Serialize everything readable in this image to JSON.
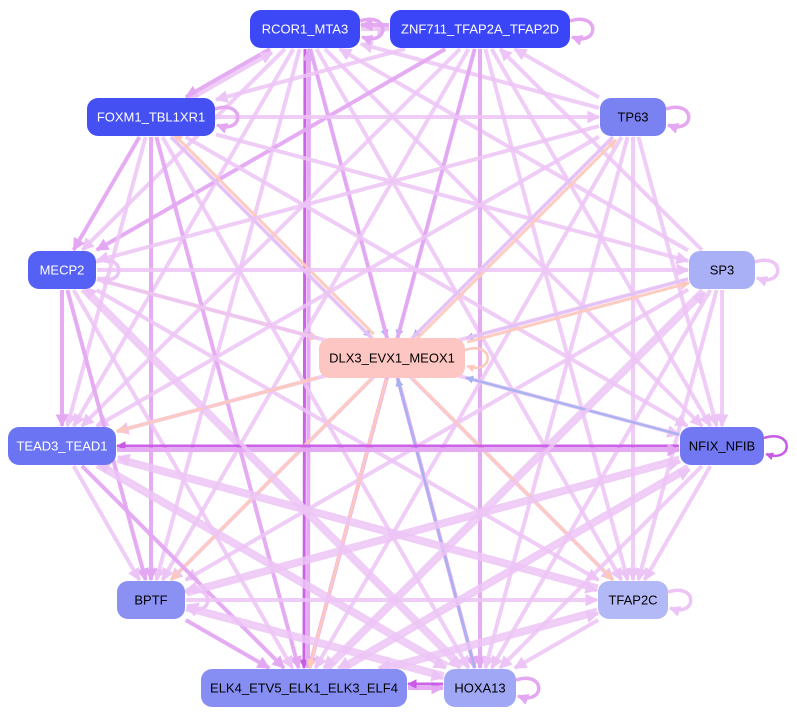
{
  "graph": {
    "colors": {
      "edge_default": "#e4a8f2",
      "edge_light": "#ecc4f6",
      "edge_strong": "#c85ae6",
      "edge_salmon": "#fdc9bd",
      "edge_blue": "#a6b1ef",
      "center_fill": "#fdc6c2"
    },
    "nodes": [
      {
        "id": "RCOR1_MTA3",
        "label": "RCOR1_MTA3",
        "fill": "#3c48f5",
        "text": "#ffffff"
      },
      {
        "id": "ZNF711_TFAP2A_TFAP2D",
        "label": "ZNF711_TFAP2A_TFAP2D",
        "fill": "#3a45f7",
        "text": "#ffffff"
      },
      {
        "id": "FOXM1_TBL1XR1",
        "label": "FOXM1_TBL1XR1",
        "fill": "#4550f3",
        "text": "#ffffff"
      },
      {
        "id": "TP63",
        "label": "TP63",
        "fill": "#7a82f2",
        "text": "#000000"
      },
      {
        "id": "MECP2",
        "label": "MECP2",
        "fill": "#5560f4",
        "text": "#ffffff"
      },
      {
        "id": "SP3",
        "label": "SP3",
        "fill": "#aab0f5",
        "text": "#000000"
      },
      {
        "id": "DLX3_EVX1_MEOX1",
        "label": "DLX3_EVX1_MEOX1",
        "fill": "#fdc6c2",
        "text": "#000000"
      },
      {
        "id": "TEAD3_TEAD1",
        "label": "TEAD3_TEAD1",
        "fill": "#6b74f2",
        "text": "#ffffff"
      },
      {
        "id": "NFIX_NFIB",
        "label": "NFIX_NFIB",
        "fill": "#7178f2",
        "text": "#000000"
      },
      {
        "id": "BPTF",
        "label": "BPTF",
        "fill": "#8a91f3",
        "text": "#000000"
      },
      {
        "id": "TFAP2C",
        "label": "TFAP2C",
        "fill": "#b3b8f6",
        "text": "#000000"
      },
      {
        "id": "ELK4_ETV5_ELK1_ELK3_ELF4",
        "label": "ELK4_ETV5_ELK1_ELK3_ELF4",
        "fill": "#868ef3",
        "text": "#000000"
      },
      {
        "id": "HOXA13",
        "label": "HOXA13",
        "fill": "#a0a7f5",
        "text": "#000000"
      }
    ],
    "edges": [
      [
        "RCOR1_MTA3",
        "ZNF711_TFAP2A_TFAP2D",
        "light"
      ],
      [
        "ZNF711_TFAP2A_TFAP2D",
        "RCOR1_MTA3",
        "default"
      ],
      [
        "RCOR1_MTA3",
        "FOXM1_TBL1XR1",
        "default"
      ],
      [
        "FOXM1_TBL1XR1",
        "RCOR1_MTA3",
        "light"
      ],
      [
        "RCOR1_MTA3",
        "ELK4_ETV5_ELK1_ELK3_ELF4",
        "strong"
      ],
      [
        "ELK4_ETV5_ELK1_ELK3_ELF4",
        "RCOR1_MTA3",
        "default"
      ],
      [
        "RCOR1_MTA3",
        "DLX3_EVX1_MEOX1",
        "blue"
      ],
      [
        "RCOR1_MTA3",
        "TFAP2C",
        "light"
      ],
      [
        "RCOR1_MTA3",
        "HOXA13",
        "default"
      ],
      [
        "RCOR1_MTA3",
        "BPTF",
        "light"
      ],
      [
        "RCOR1_MTA3",
        "MECP2",
        "light"
      ],
      [
        "RCOR1_MTA3",
        "TEAD3_TEAD1",
        "light"
      ],
      [
        "RCOR1_MTA3",
        "NFIX_NFIB",
        "light"
      ],
      [
        "TP63",
        "RCOR1_MTA3",
        "light"
      ],
      [
        "SP3",
        "RCOR1_MTA3",
        "light"
      ],
      [
        "ZNF711_TFAP2A_TFAP2D",
        "DLX3_EVX1_MEOX1",
        "blue"
      ],
      [
        "ZNF711_TFAP2A_TFAP2D",
        "FOXM1_TBL1XR1",
        "light"
      ],
      [
        "ZNF711_TFAP2A_TFAP2D",
        "MECP2",
        "default"
      ],
      [
        "ZNF711_TFAP2A_TFAP2D",
        "TEAD3_TEAD1",
        "light"
      ],
      [
        "ZNF711_TFAP2A_TFAP2D",
        "BPTF",
        "light"
      ],
      [
        "ZNF711_TFAP2A_TFAP2D",
        "ELK4_ETV5_ELK1_ELK3_ELF4",
        "default"
      ],
      [
        "ZNF711_TFAP2A_TFAP2D",
        "HOXA13",
        "default"
      ],
      [
        "ZNF711_TFAP2A_TFAP2D",
        "TFAP2C",
        "light"
      ],
      [
        "ZNF711_TFAP2A_TFAP2D",
        "NFIX_NFIB",
        "light"
      ],
      [
        "TP63",
        "ZNF711_TFAP2A_TFAP2D",
        "light"
      ],
      [
        "SP3",
        "ZNF711_TFAP2A_TFAP2D",
        "light"
      ],
      [
        "FOXM1_TBL1XR1",
        "DLX3_EVX1_MEOX1",
        "blue"
      ],
      [
        "DLX3_EVX1_MEOX1",
        "FOXM1_TBL1XR1",
        "salmon"
      ],
      [
        "FOXM1_TBL1XR1",
        "MECP2",
        "default"
      ],
      [
        "FOXM1_TBL1XR1",
        "TEAD3_TEAD1",
        "light"
      ],
      [
        "FOXM1_TBL1XR1",
        "BPTF",
        "default"
      ],
      [
        "FOXM1_TBL1XR1",
        "ELK4_ETV5_ELK1_ELK3_ELF4",
        "default"
      ],
      [
        "FOXM1_TBL1XR1",
        "HOXA13",
        "light"
      ],
      [
        "FOXM1_TBL1XR1",
        "TFAP2C",
        "light"
      ],
      [
        "FOXM1_TBL1XR1",
        "NFIX_NFIB",
        "light"
      ],
      [
        "FOXM1_TBL1XR1",
        "SP3",
        "light"
      ],
      [
        "FOXM1_TBL1XR1",
        "TP63",
        "light"
      ],
      [
        "TP63",
        "DLX3_EVX1_MEOX1",
        "blue"
      ],
      [
        "DLX3_EVX1_MEOX1",
        "TP63",
        "salmon"
      ],
      [
        "TP63",
        "MECP2",
        "light"
      ],
      [
        "TP63",
        "TEAD3_TEAD1",
        "light"
      ],
      [
        "TP63",
        "BPTF",
        "light"
      ],
      [
        "TP63",
        "ELK4_ETV5_ELK1_ELK3_ELF4",
        "light"
      ],
      [
        "TP63",
        "HOXA13",
        "light"
      ],
      [
        "TP63",
        "TFAP2C",
        "light"
      ],
      [
        "TP63",
        "NFIX_NFIB",
        "light"
      ],
      [
        "MECP2",
        "DLX3_EVX1_MEOX1",
        "salmon"
      ],
      [
        "MECP2",
        "TEAD3_TEAD1",
        "default"
      ],
      [
        "MECP2",
        "BPTF",
        "default"
      ],
      [
        "MECP2",
        "ELK4_ETV5_ELK1_ELK3_ELF4",
        "light"
      ],
      [
        "MECP2",
        "HOXA13",
        "light"
      ],
      [
        "MECP2",
        "TFAP2C",
        "light"
      ],
      [
        "MECP2",
        "NFIX_NFIB",
        "light"
      ],
      [
        "MECP2",
        "SP3",
        "light"
      ],
      [
        "SP3",
        "DLX3_EVX1_MEOX1",
        "blue"
      ],
      [
        "DLX3_EVX1_MEOX1",
        "SP3",
        "salmon"
      ],
      [
        "SP3",
        "TEAD3_TEAD1",
        "light"
      ],
      [
        "SP3",
        "BPTF",
        "light"
      ],
      [
        "SP3",
        "ELK4_ETV5_ELK1_ELK3_ELF4",
        "light"
      ],
      [
        "SP3",
        "HOXA13",
        "light"
      ],
      [
        "SP3",
        "TFAP2C",
        "light"
      ],
      [
        "SP3",
        "NFIX_NFIB",
        "light"
      ],
      [
        "DLX3_EVX1_MEOX1",
        "TEAD3_TEAD1",
        "salmon"
      ],
      [
        "DLX3_EVX1_MEOX1",
        "BPTF",
        "salmon"
      ],
      [
        "DLX3_EVX1_MEOX1",
        "ELK4_ETV5_ELK1_ELK3_ELF4",
        "salmon"
      ],
      [
        "DLX3_EVX1_MEOX1",
        "TFAP2C",
        "salmon"
      ],
      [
        "HOXA13",
        "DLX3_EVX1_MEOX1",
        "blue"
      ],
      [
        "NFIX_NFIB",
        "DLX3_EVX1_MEOX1",
        "blue"
      ],
      [
        "NFIX_NFIB",
        "TEAD3_TEAD1",
        "strong"
      ],
      [
        "TEAD3_TEAD1",
        "NFIX_NFIB",
        "default"
      ],
      [
        "TEAD3_TEAD1",
        "BPTF",
        "light"
      ],
      [
        "TEAD3_TEAD1",
        "ELK4_ETV5_ELK1_ELK3_ELF4",
        "default"
      ],
      [
        "TEAD3_TEAD1",
        "HOXA13",
        "light"
      ],
      [
        "TEAD3_TEAD1",
        "TFAP2C",
        "light"
      ],
      [
        "NFIX_NFIB",
        "BPTF",
        "light"
      ],
      [
        "NFIX_NFIB",
        "ELK4_ETV5_ELK1_ELK3_ELF4",
        "light"
      ],
      [
        "NFIX_NFIB",
        "HOXA13",
        "light"
      ],
      [
        "NFIX_NFIB",
        "TFAP2C",
        "light"
      ],
      [
        "BPTF",
        "ELK4_ETV5_ELK1_ELK3_ELF4",
        "default"
      ],
      [
        "BPTF",
        "HOXA13",
        "light"
      ],
      [
        "BPTF",
        "TFAP2C",
        "light"
      ],
      [
        "BPTF",
        "NFIX_NFIB",
        "light"
      ],
      [
        "TFAP2C",
        "ELK4_ETV5_ELK1_ELK3_ELF4",
        "light"
      ],
      [
        "TFAP2C",
        "HOXA13",
        "light"
      ],
      [
        "TFAP2C",
        "TEAD3_TEAD1",
        "light"
      ],
      [
        "ELK4_ETV5_ELK1_ELK3_ELF4",
        "HOXA13",
        "default"
      ],
      [
        "HOXA13",
        "ELK4_ETV5_ELK1_ELK3_ELF4",
        "strong"
      ],
      [
        "HOXA13",
        "TEAD3_TEAD1",
        "light"
      ],
      [
        "HOXA13",
        "BPTF",
        "light"
      ],
      [
        "HOXA13",
        "MECP2",
        "light"
      ],
      [
        "ELK4_ETV5_ELK1_ELK3_ELF4",
        "TFAP2C",
        "light"
      ],
      [
        "ELK4_ETV5_ELK1_ELK3_ELF4",
        "SP3",
        "light"
      ],
      [
        "ELK4_ETV5_ELK1_ELK3_ELF4",
        "NFIX_NFIB",
        "light"
      ]
    ],
    "self_loops": [
      [
        "RCOR1_MTA3",
        "default"
      ],
      [
        "ZNF711_TFAP2A_TFAP2D",
        "default"
      ],
      [
        "FOXM1_TBL1XR1",
        "default"
      ],
      [
        "TP63",
        "default"
      ],
      [
        "MECP2",
        "light"
      ],
      [
        "SP3",
        "light"
      ],
      [
        "DLX3_EVX1_MEOX1",
        "salmon"
      ],
      [
        "NFIX_NFIB",
        "strong"
      ],
      [
        "BPTF",
        "light"
      ],
      [
        "TFAP2C",
        "light"
      ],
      [
        "HOXA13",
        "default"
      ]
    ]
  }
}
